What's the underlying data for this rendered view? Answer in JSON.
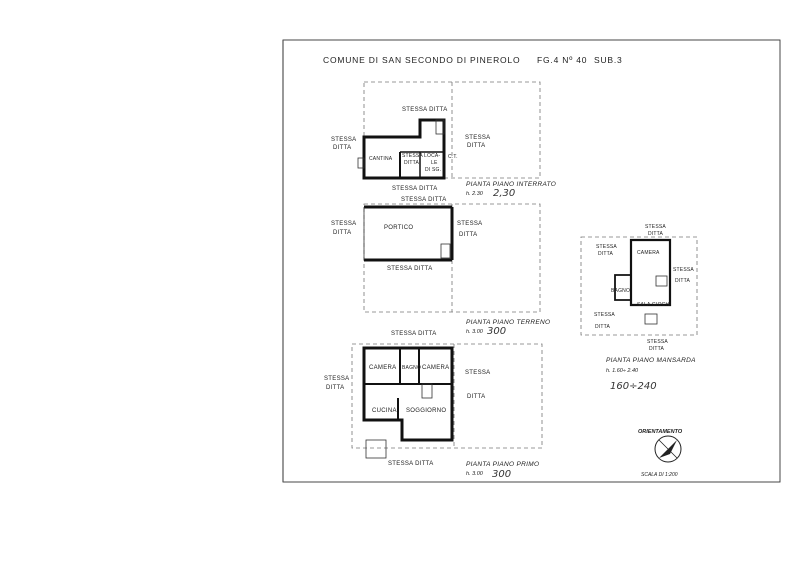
{
  "header": {
    "municipality": "COMUNE DI SAN SECONDO DI PINEROLO",
    "sheet_ref": "FG.4 Nº 40",
    "sub": "SUB.3"
  },
  "labels": {
    "stessa": "STESSA",
    "ditta": "DITTA",
    "stessa_ditta": "STESSA DITTA",
    "cantina": "CANTINA",
    "locale": "LOCA-",
    "locale2": "LE",
    "locale3": "DI SG.",
    "ct": "C.T.",
    "portico": "PORTICO",
    "camera": "CAMERA",
    "bagno": "BAGNO",
    "cucina": "CUCINA",
    "soggiorno": "SOGGIORNO",
    "sala_giochi": "SALA GIOCHI"
  },
  "floors": {
    "interrato": {
      "caption": "PIANTA PIANO INTERRATO",
      "height": "h. 2.30",
      "hand": "2,30"
    },
    "terreno": {
      "caption": "PIANTA PIANO TERRENO",
      "height": "h. 3.00",
      "hand": "300"
    },
    "primo": {
      "caption": "PIANTA PIANO PRIMO",
      "height": "h. 3.00",
      "hand": "300"
    },
    "mansarda": {
      "caption": "PIANTA PIANO MANSARDA",
      "height": "h. 1.60÷ 2.40",
      "hand": "160÷240"
    }
  },
  "legend": {
    "orientation": "ORIENTAMENTO",
    "scale": "SCALA DI 1:200"
  }
}
